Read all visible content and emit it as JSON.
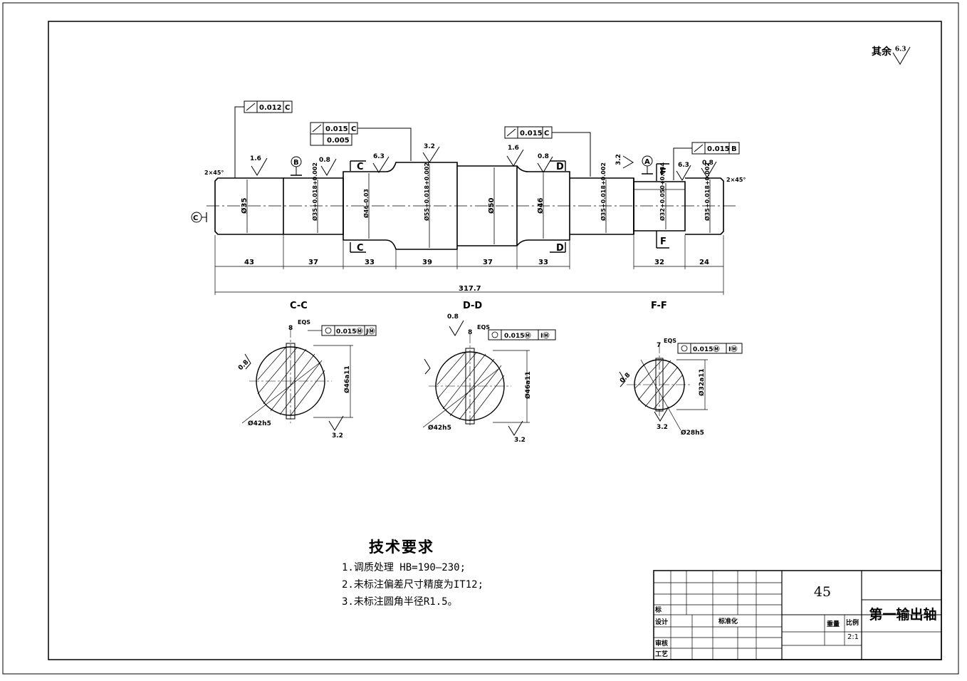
{
  "other_finish": {
    "label": "其余",
    "value": "6.3"
  },
  "chamfers": {
    "left": "2×45°",
    "right": "2×45°"
  },
  "datums": {
    "c": "C",
    "b": "B",
    "a": "A"
  },
  "gtol": {
    "runout_left": {
      "value": "0.012",
      "datum": "C"
    },
    "runout_mid": {
      "value": "0.015",
      "datum": "C"
    },
    "cyl_mid": {
      "value": "0.005"
    },
    "runout_right": {
      "value": "0.015",
      "datum": "C"
    },
    "runout_far": {
      "value": "0.015",
      "datum": "B"
    }
  },
  "roughness": {
    "r1": "1.6",
    "r2": "0.8",
    "r3": "6.3",
    "r4": "3.2",
    "r5": "1.6",
    "r6": "0.8",
    "r7": "3.2",
    "r8": "6.3",
    "r9": "0.8"
  },
  "section_marks": {
    "c": "C",
    "d": "D",
    "f": "F"
  },
  "diameters": {
    "d1": "Ø35",
    "d2": "Ø35+0.018+0.002",
    "d3": "Ø46-0.03",
    "d4": "Ø55+0.018+0.002",
    "d5": "Ø50",
    "d6": "Ø46",
    "d7": "Ø35+0.018+0.002",
    "d8": "Ø32+0.050+0.034",
    "d9": "Ø35+0.018+0.002"
  },
  "lengths": {
    "l1": "43",
    "l2": "37",
    "l3": "33",
    "l4": "39",
    "l5": "37",
    "l6": "33",
    "l7": "32",
    "l8": "24",
    "total": "317.7"
  },
  "sections": {
    "cc": {
      "title": "C-C",
      "width": "8",
      "eqs": "EQS",
      "tol": "0.015Ⓜ",
      "datum": "JⓂ",
      "rough": "0.8",
      "rough2": "3.2",
      "outer": "Ø46a11",
      "inner": "Ø42h5"
    },
    "dd": {
      "title": "D-D",
      "width": "8",
      "eqs": "EQS",
      "tol": "0.015Ⓜ",
      "datum": "IⓂ",
      "rough": "0.8",
      "rough2": "3.2",
      "outer": "Ø46a11",
      "inner": "Ø42h5"
    },
    "ff": {
      "title": "F-F",
      "width": "7",
      "eqs": "EQS",
      "tol": "0.015Ⓜ",
      "datum": "IⓂ",
      "rough": "0.8",
      "rough2": "3.2",
      "outer": "Ø32a11",
      "inner": "Ø28h5"
    }
  },
  "notes": {
    "heading": "技术要求",
    "items": [
      "1.调质处理 HB=190—230;",
      "2.未标注偏差尺寸精度为IT12;",
      "3.未标注圆角半径R1.5。"
    ]
  },
  "title_block": {
    "material": "45",
    "part_name": "第一输出轴",
    "mark": "标",
    "design": "设计",
    "standardize": "标准化",
    "review": "审核",
    "process": "工艺",
    "weight": "重量",
    "scale_label": "比例",
    "scale": "2:1"
  }
}
